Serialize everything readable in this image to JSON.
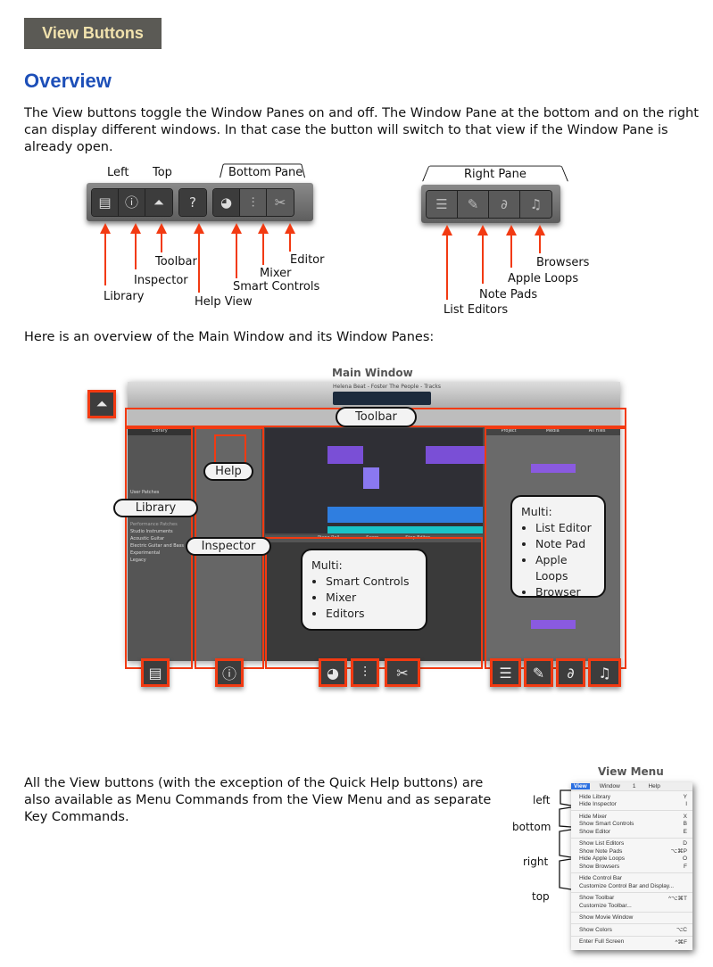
{
  "header": {
    "badge": "View Buttons",
    "title": "Overview"
  },
  "intro": "The View buttons toggle the Window Panes on and off. The Window Pane at the bottom and on the right can display different windows. In that case the button will switch to that view if the Window Pane is already open.",
  "diagram1": {
    "group_labels": {
      "left": "Left",
      "top": "Top",
      "bottom_pane": "Bottom Pane",
      "right_pane": "Right Pane"
    },
    "button_labels": {
      "library": "Library",
      "inspector": "Inspector",
      "toolbar": "Toolbar",
      "help_view": "Help View",
      "smart_controls": "Smart Controls",
      "mixer": "Mixer",
      "editor": "Editor",
      "list_editors": "List Editors",
      "note_pads": "Note Pads",
      "apple_loops": "Apple Loops",
      "browsers": "Browsers"
    }
  },
  "overview_text": "Here is an overview of the Main Window and its Window Panes:",
  "main_window": {
    "title": "Main Window",
    "window_title": "Helena Beat - Foster The People - Tracks",
    "callouts": {
      "toolbar": "Toolbar",
      "help": "Help",
      "library": "Library",
      "inspector": "Inspector"
    },
    "multi_bottom": {
      "title": "Multi:",
      "items": [
        "Smart Controls",
        "Mixer",
        "Editors"
      ]
    },
    "multi_right": {
      "title": "Multi:",
      "items": [
        "List Editor",
        "Note Pad",
        "Apple Loops",
        "Browser"
      ]
    },
    "library_items": [
      "User Patches",
      "Performance Patches",
      "Studio Instruments",
      "Acoustic Guitar",
      "Electric Guitar and Bass",
      "Experimental",
      "Legacy"
    ],
    "editor_tabs": [
      "Piano Roll",
      "Score",
      "Step Editor"
    ],
    "browser_tabs": [
      "Project",
      "Media",
      "All Files"
    ]
  },
  "menu_text": "All the View buttons (with the exception of the Quick Help buttons) are also available as Menu Commands from the View Menu and as separate Key Commands.",
  "view_menu": {
    "title": "View Menu",
    "menubar": [
      "View",
      "Window",
      "1",
      "Help"
    ],
    "group_labels": [
      "left",
      "bottom",
      "right",
      "top"
    ],
    "groups": [
      [
        {
          "label": "Hide Library",
          "key": "Y"
        },
        {
          "label": "Hide Inspector",
          "key": "I"
        }
      ],
      [
        {
          "label": "Hide Mixer",
          "key": "X"
        },
        {
          "label": "Show Smart Controls",
          "key": "B"
        },
        {
          "label": "Show Editor",
          "key": "E"
        }
      ],
      [
        {
          "label": "Show List Editors",
          "key": "D"
        },
        {
          "label": "Show Note Pads",
          "key": "⌥⌘P"
        },
        {
          "label": "Hide Apple Loops",
          "key": "O"
        },
        {
          "label": "Show Browsers",
          "key": "F"
        }
      ],
      [
        {
          "label": "Hide Control Bar",
          "key": ""
        },
        {
          "label": "Customize Control Bar and Display...",
          "key": ""
        }
      ],
      [
        {
          "label": "Show Toolbar",
          "key": "^⌥⌘T"
        },
        {
          "label": "Customize Toolbar...",
          "key": ""
        }
      ],
      [
        {
          "label": "Show Movie Window",
          "key": ""
        }
      ],
      [
        {
          "label": "Show Colors",
          "key": "⌥C"
        }
      ],
      [
        {
          "label": "Enter Full Screen",
          "key": "^⌘F"
        }
      ]
    ]
  },
  "colors": {
    "accent_red": "#f23a12",
    "title_blue": "#1d4fb8",
    "badge_bg": "#5b5a55"
  }
}
